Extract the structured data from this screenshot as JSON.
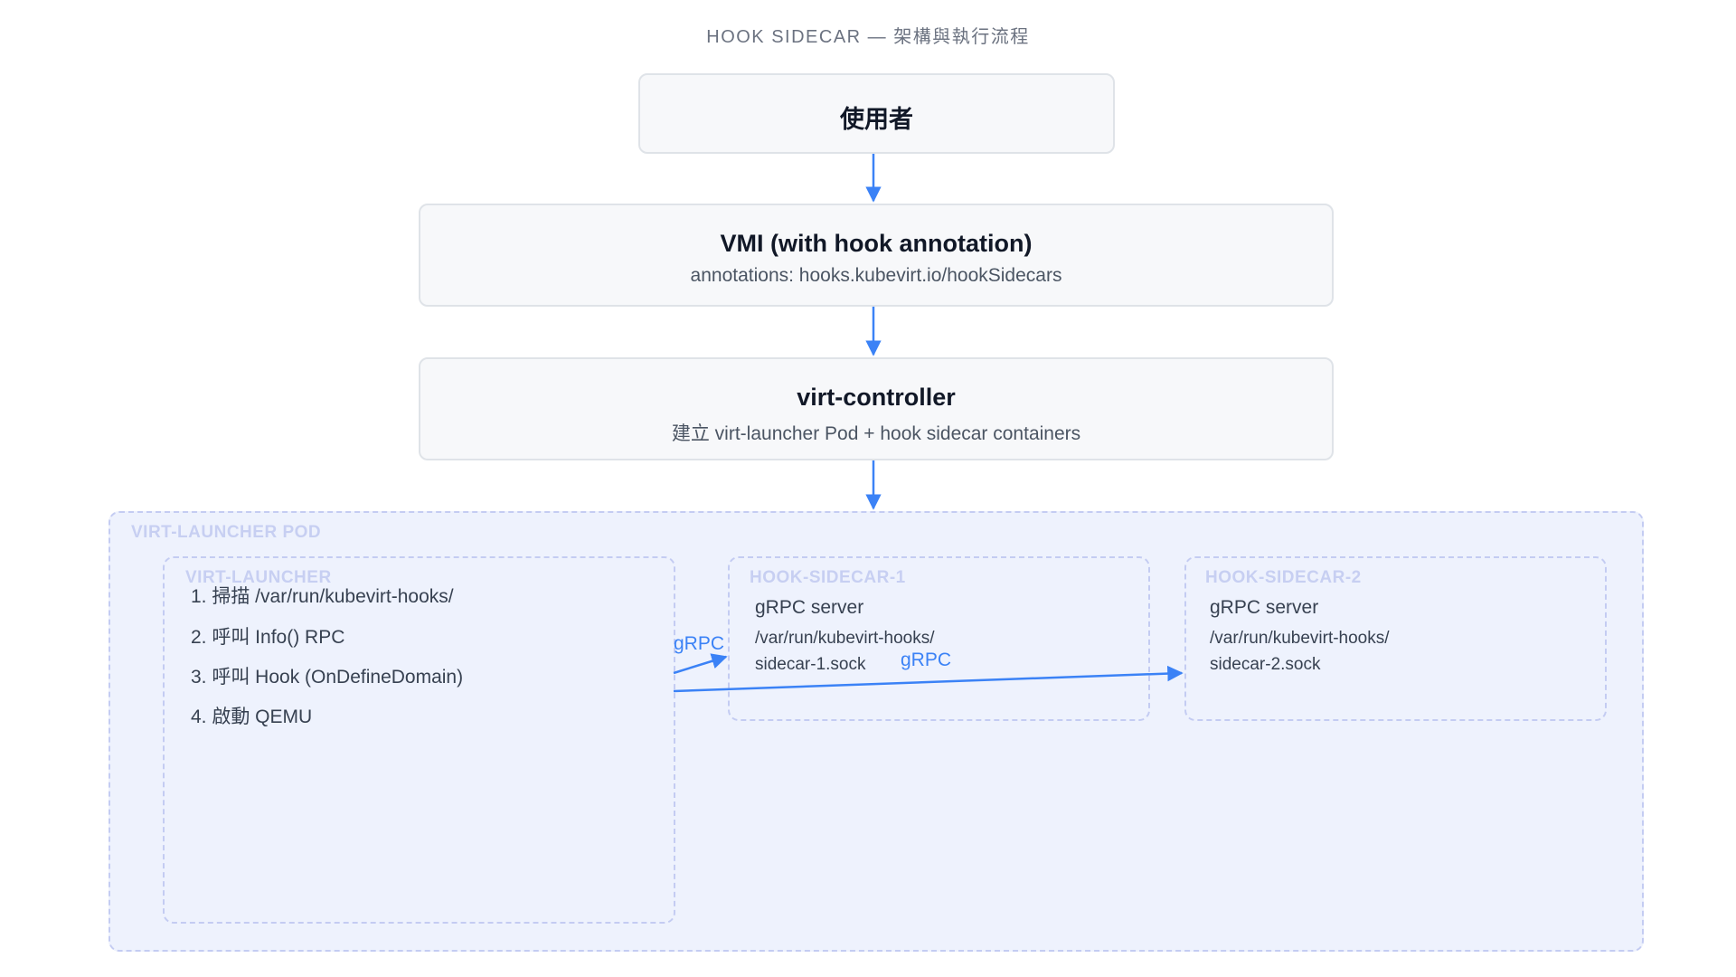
{
  "diagram": {
    "title": "HOOK SIDECAR — 架構與執行流程",
    "user": {
      "title": "使用者"
    },
    "vmi": {
      "title": "VMI (with hook annotation)",
      "subtitle": "annotations: hooks.kubevirt.io/hookSidecars"
    },
    "controller": {
      "title": "virt-controller",
      "subtitle": "建立 virt-launcher Pod + hook sidecar containers"
    },
    "pod": {
      "label": "VIRT-LAUNCHER POD",
      "launcher": {
        "label": "VIRT-LAUNCHER",
        "steps": [
          "1. 掃描 /var/run/kubevirt-hooks/",
          "2. 呼叫 Info() RPC",
          "3. 呼叫 Hook (OnDefineDomain)",
          "4. 啟動 QEMU"
        ]
      },
      "sidecar1": {
        "label": "HOOK-SIDECAR-1",
        "server": "gRPC server",
        "path_dir": "/var/run/kubevirt-hooks/",
        "path_file": "sidecar-1.sock"
      },
      "sidecar2": {
        "label": "HOOK-SIDECAR-2",
        "server": "gRPC server",
        "path_dir": "/var/run/kubevirt-hooks/",
        "path_file": "sidecar-2.sock"
      }
    },
    "edges": {
      "grpc_to_sidecar1": "gRPC",
      "grpc_to_sidecar2": "gRPC"
    },
    "colors": {
      "arrow": "#3b82f6",
      "pod_fill": "#eef2fd",
      "dashed_border": "#c4ccf2",
      "node_fill": "#f7f8fa"
    }
  }
}
